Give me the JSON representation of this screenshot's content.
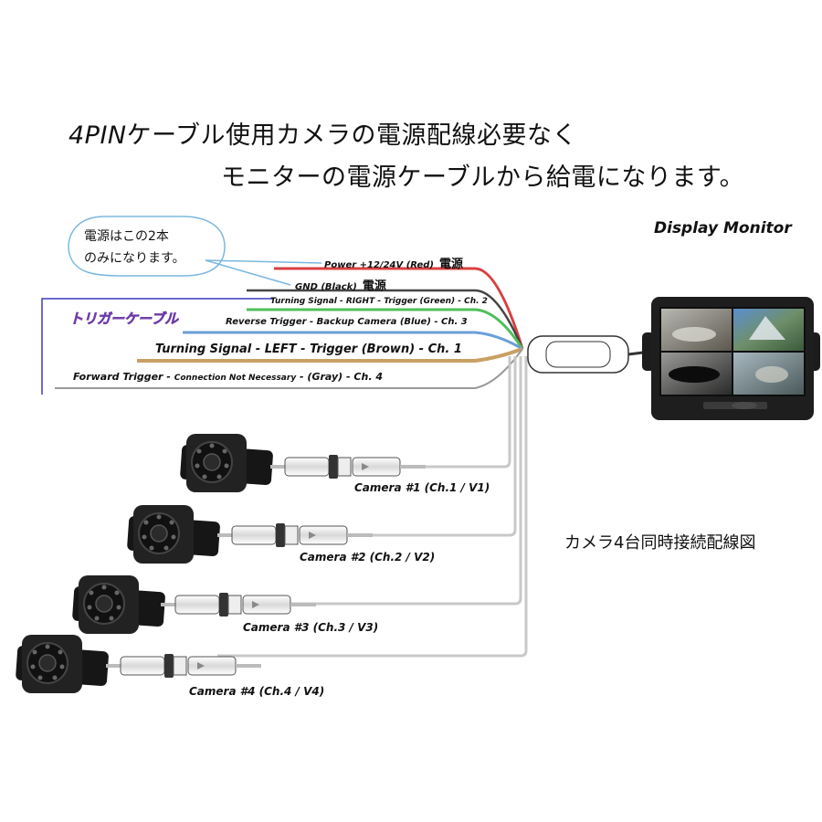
{
  "heading": {
    "line1_prefix": "4PIN",
    "line1_rest": "ケーブル使用カメラの電源配線必要なく",
    "line2": "モニターの電源ケーブルから給電になります。"
  },
  "monitor_label": "Display Monitor",
  "bubble": {
    "line1": "電源はこの2本",
    "line2": "のみになります。"
  },
  "trigger_label": "トリガーケーブル",
  "wires": {
    "power": {
      "label": "Power +12/24V (Red)",
      "jp": "電源",
      "color": "#d94040"
    },
    "gnd": {
      "label": "GND (Black)",
      "jp": "電源",
      "color": "#444444"
    },
    "right": {
      "label": "Turning Signal - RIGHT - Trigger (Green) - Ch. 2",
      "color": "#4fbf5a"
    },
    "reverse": {
      "label": "Reverse Trigger - Backup Camera (Blue) - Ch. 3",
      "color": "#6a9fd8"
    },
    "left": {
      "label": "Turning Signal - LEFT - Trigger (Brown) - Ch. 1",
      "color": "#c9a064"
    },
    "forward": {
      "label_main": "Forward Trigger - ",
      "label_small": "Connection Not Necessary",
      "label_end": " - (Gray) - Ch. 4",
      "color": "#9a9a9a"
    }
  },
  "cameras": [
    {
      "label": "Camera #1 (Ch.1 / V1)"
    },
    {
      "label": "Camera #2 (Ch.2 / V2)"
    },
    {
      "label": "Camera #3 (Ch.3 / V3)"
    },
    {
      "label": "Camera #4 (Ch.4 / V4)"
    }
  ],
  "wiring_title": "カメラ4台同時接続配線図",
  "colors": {
    "trigger_bracket": "#3a3ac0",
    "bubble_border": "#7ab8e0",
    "trigger_text": "#ff6fd8"
  }
}
